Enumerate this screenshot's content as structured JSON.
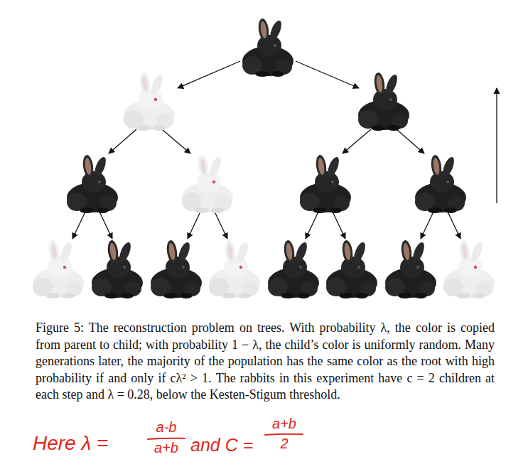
{
  "diagram": {
    "caption": "Figure 5: The reconstruction problem on trees. With probability λ, the color is copied from parent to child; with probability 1 − λ, the child’s color is uniformly random. Many generations later, the majority of the population has the same color as the root with high probability if and only if cλ² > 1. The rabbits in this experiment have c = 2 children at each step and λ = 0.28, below the Kesten-Stigum threshold.",
    "labels": [
      "Here λ =",
      "a-b",
      "a+b",
      "and C =",
      "a+b",
      "2"
    ]
  }
}
